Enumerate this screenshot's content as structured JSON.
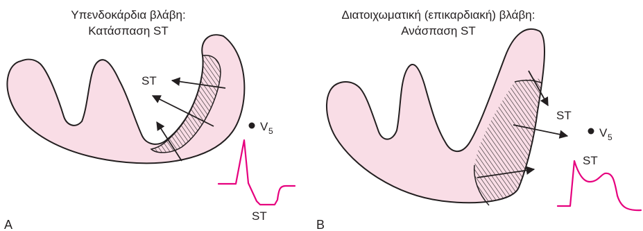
{
  "colors": {
    "myocardium_fill": "#f9dde6",
    "outline": "#231f20",
    "ecg_trace": "#e6007e",
    "hatch": "#231f20"
  },
  "panels": [
    {
      "letter": "A",
      "title_line1": "Υπενδοκάρδια βλάβη:",
      "title_line2": "Κατάσπαση ST",
      "vector_label": "ST",
      "lead_label": "V",
      "lead_sub": "5",
      "ecg_label": "ST"
    },
    {
      "letter": "B",
      "title_line1": "Διατοιχωματική (επικαρδιακή) βλάβη:",
      "title_line2": "Ανάσπαση ST",
      "vector_label": "ST",
      "lead_label": "V",
      "lead_sub": "5",
      "ecg_label": "ST"
    }
  ]
}
